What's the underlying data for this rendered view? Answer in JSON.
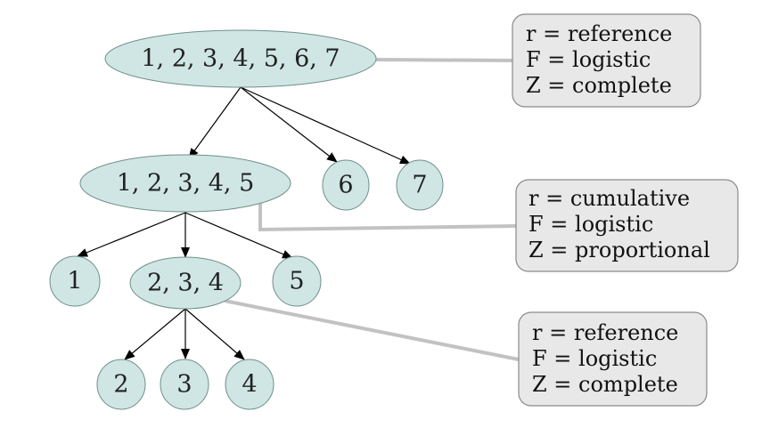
{
  "nodes": {
    "root": "1, 2, 3, 4, 5, 6, 7",
    "mid": "1, 2, 3, 4, 5",
    "n6": "6",
    "n7": "7",
    "n1": "1",
    "inner": "2, 3, 4",
    "n5": "5",
    "n2": "2",
    "n3": "3",
    "n4": "4"
  },
  "boxes": {
    "top": [
      "r = reference",
      "F = logistic",
      "Z = complete"
    ],
    "middle": [
      "r = cumulative",
      "F = logistic",
      "Z = proportional"
    ],
    "bottom": [
      "r = reference",
      "F = logistic",
      "Z = complete"
    ]
  },
  "colors": {
    "node_fill": "#cfe6e4",
    "box_fill": "#e8e8e8",
    "connector": "#c2c2c2"
  }
}
